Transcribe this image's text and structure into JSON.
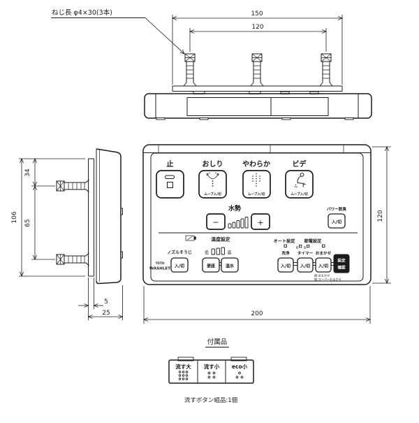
{
  "notes": {
    "screw": "ねじ長 φ4×30(3本)",
    "accessory_heading": "付属品",
    "flush_assembly": "流すボタン組品:1個"
  },
  "dims": {
    "w150": "150",
    "w120": "120",
    "h34": "34",
    "h65": "65",
    "h106": "106",
    "t5": "5",
    "d25": "25",
    "h120": "120",
    "w200": "200"
  },
  "panel": {
    "stop": "止",
    "oshiri": "おしり",
    "soft": "やわらか",
    "bidet": "ビデ",
    "move": "ムーブ入/切",
    "water_pressure": "水勢",
    "minus": "−",
    "plus": "+",
    "deodorizer": "パワー脱臭",
    "onoff": "入/切",
    "nozzle_clean": "ノズルそうじ",
    "temp_setting": "温度設定",
    "low": "低",
    "high": "高",
    "seat": "便座",
    "warm_water": "温水",
    "logo_top": "TOTO",
    "logo": "WASHLET",
    "auto_setting": "オート設定",
    "wash": "洗浄",
    "energy_setting": "節電設定",
    "six": "6",
    "nine": "9",
    "timer": "タイマー",
    "omakase": "おまかせ",
    "set": "設定",
    "confirm": "確認",
    "note_green": "緑:おまかせ",
    "note_orange": "橙:スーパーおまかせ"
  },
  "accessory": {
    "flush_large": "流す大",
    "flush_small": "流す小",
    "eco_small": "eco小"
  }
}
